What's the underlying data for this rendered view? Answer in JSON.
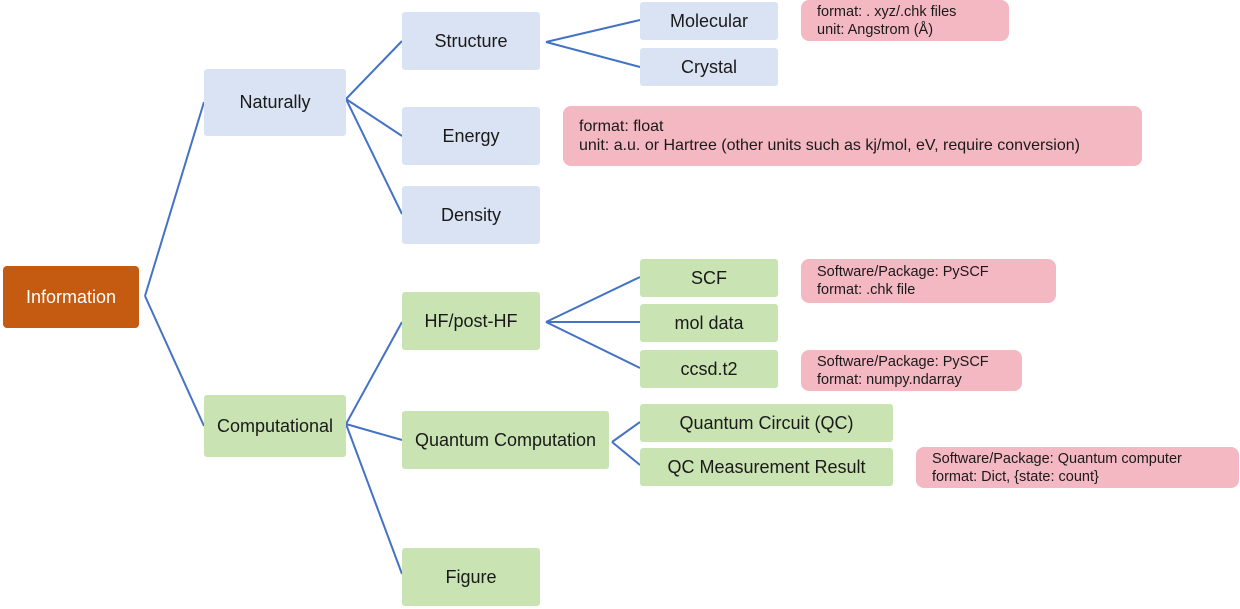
{
  "colors": {
    "root": "#C55A11",
    "naturally_branch": "#DAE3F3",
    "computational_branch": "#C9E3B2",
    "note": "#F4B8C2",
    "connector": "#4472C4"
  },
  "nodes": {
    "information": "Information",
    "naturally": "Naturally",
    "structure": "Structure",
    "molecular": "Molecular",
    "crystal": "Crystal",
    "energy": "Energy",
    "density": "Density",
    "computational": "Computational",
    "hf_post_hf": "HF/post-HF",
    "scf": "SCF",
    "mol_data": "mol data",
    "ccsd_t2": "ccsd.t2",
    "quantum_computation": "Quantum Computation",
    "quantum_circuit": "Quantum Circuit (QC)",
    "qc_measurement_result": "QC Measurement Result",
    "figure": "Figure"
  },
  "notes": {
    "molecular": [
      "format: . xyz/.chk files",
      "unit: Angstrom (Å)"
    ],
    "energy": [
      "format: float",
      "unit: a.u. or Hartree (other units such as kj/mol, eV, require conversion)"
    ],
    "scf": [
      "Software/Package: PySCF",
      "format: .chk file"
    ],
    "ccsd_t2": [
      "Software/Package: PySCF",
      "format: numpy.ndarray"
    ],
    "qc_measurement_result": [
      "Software/Package: Quantum computer",
      "format: Dict, {state: count}"
    ]
  }
}
